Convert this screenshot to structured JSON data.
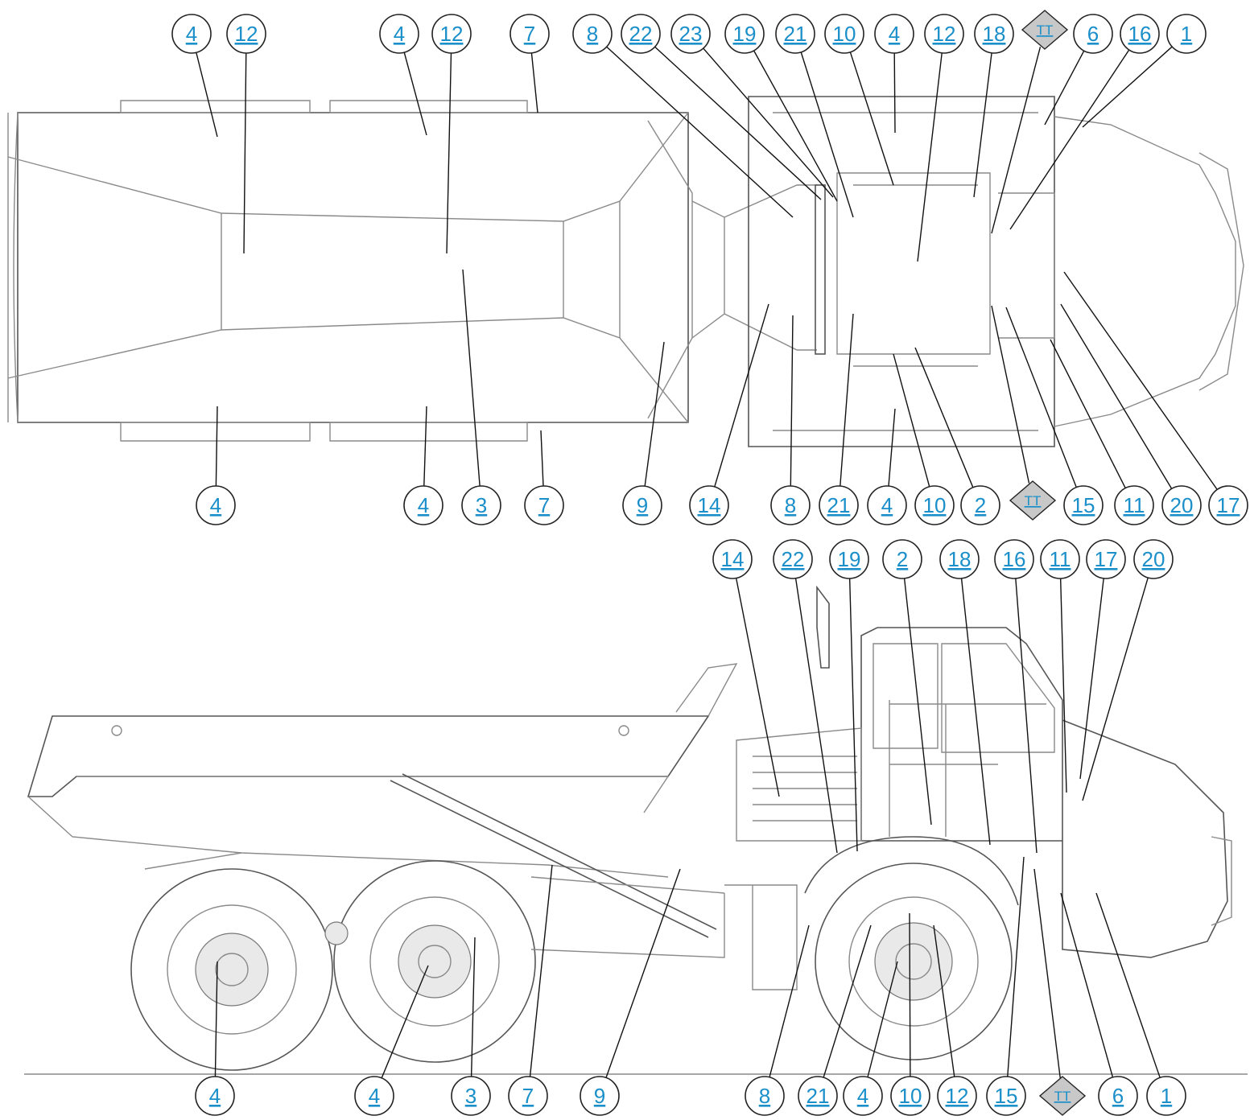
{
  "diagram": {
    "top_view": {
      "labels": [
        "4",
        "12",
        "4",
        "12",
        "7",
        "8",
        "22",
        "23",
        "19",
        "21",
        "10",
        "4",
        "12",
        "18",
        "TT",
        "6",
        "16",
        "1",
        "4",
        "4",
        "3",
        "7",
        "9",
        "14",
        "8",
        "21",
        "4",
        "10",
        "2",
        "TT",
        "15",
        "11",
        "20",
        "17"
      ]
    },
    "side_view": {
      "labels": [
        "14",
        "22",
        "19",
        "2",
        "18",
        "16",
        "11",
        "17",
        "20",
        "4",
        "4",
        "3",
        "7",
        "9",
        "8",
        "21",
        "4",
        "10",
        "12",
        "15",
        "TT",
        "6",
        "1"
      ]
    },
    "colors": {
      "link": "#1a8fc9",
      "line": "#111111",
      "drawing": "#8a8a8a",
      "diamond": "#c8c8c8"
    }
  }
}
